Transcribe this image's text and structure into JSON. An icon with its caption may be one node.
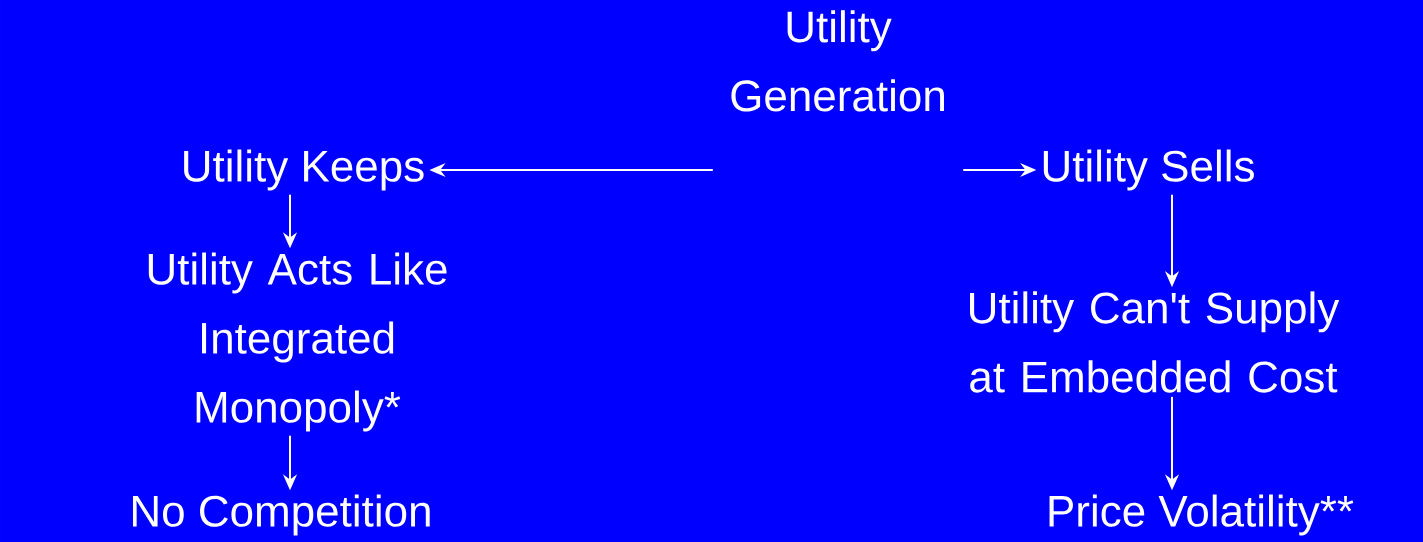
{
  "diagram": {
    "nodes": [
      {
        "text": [
          "Utility Generation"
        ]
      },
      {
        "text": [
          "Utility Keeps"
        ]
      },
      {
        "text": [
          "Utility Sells"
        ]
      },
      {
        "text": [
          "Utility Acts Like Integrated Monopoly*"
        ]
      },
      {
        "text": [
          "Utility Can't Supply at Embedded Cost"
        ]
      },
      {
        "text": [
          "No Competition"
        ]
      },
      {
        "text": [
          "Price Volatility**"
        ]
      }
    ],
    "edges": [
      {
        "from": 0,
        "to": 1,
        "arrow": "to"
      },
      {
        "from": 0,
        "to": 2,
        "arrow": "to"
      },
      {
        "from": 1,
        "to": 3,
        "arrow": "to"
      },
      {
        "from": 2,
        "to": 4,
        "arrow": "to"
      },
      {
        "from": 3,
        "to": 5,
        "arrow": "to"
      },
      {
        "from": 4,
        "to": 6,
        "arrow": "to"
      }
    ]
  }
}
